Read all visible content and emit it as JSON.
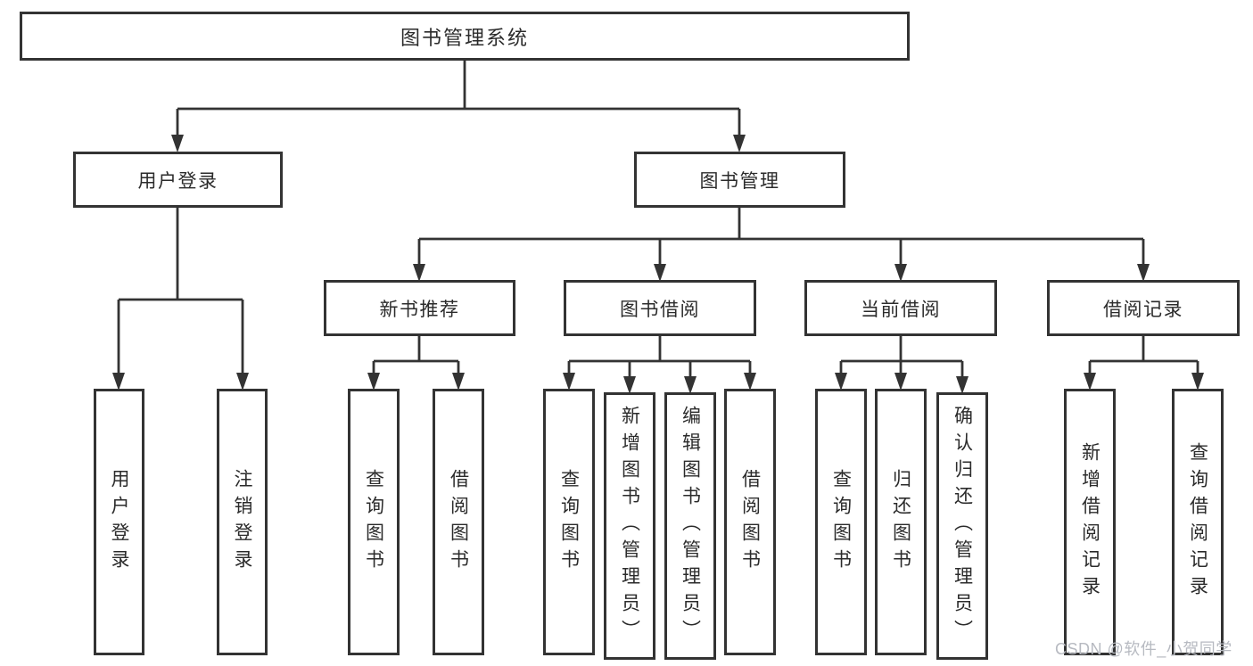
{
  "colors": {
    "line": "#333333",
    "text": "#2b2b2b",
    "background": "#ffffff",
    "watermark": "#b7bac1"
  },
  "diagram": {
    "root": {
      "label": "图书管理系统"
    },
    "level2": [
      {
        "label": "用户登录"
      },
      {
        "label": "图书管理"
      }
    ],
    "level3": [
      {
        "label": "新书推荐"
      },
      {
        "label": "图书借阅"
      },
      {
        "label": "当前借阅"
      },
      {
        "label": "借阅记录"
      }
    ],
    "leaves": {
      "user_login": [
        {
          "label": "用户登录"
        },
        {
          "label": "注销登录"
        }
      ],
      "new_books": [
        {
          "label": "查询图书"
        },
        {
          "label": "借阅图书"
        }
      ],
      "book_borrow": [
        {
          "label": "查询图书"
        },
        {
          "label": "新增图书（管理员）"
        },
        {
          "label": "编辑图书（管理员）"
        },
        {
          "label": "借阅图书"
        }
      ],
      "current_borrow": [
        {
          "label": "查询图书"
        },
        {
          "label": "归还图书"
        },
        {
          "label": "确认归还（管理员）"
        }
      ],
      "borrow_records": [
        {
          "label": "新增借阅记录"
        },
        {
          "label": "查询借阅记录"
        }
      ]
    }
  },
  "watermark": {
    "text": "CSDN @软件_小贺同学"
  }
}
